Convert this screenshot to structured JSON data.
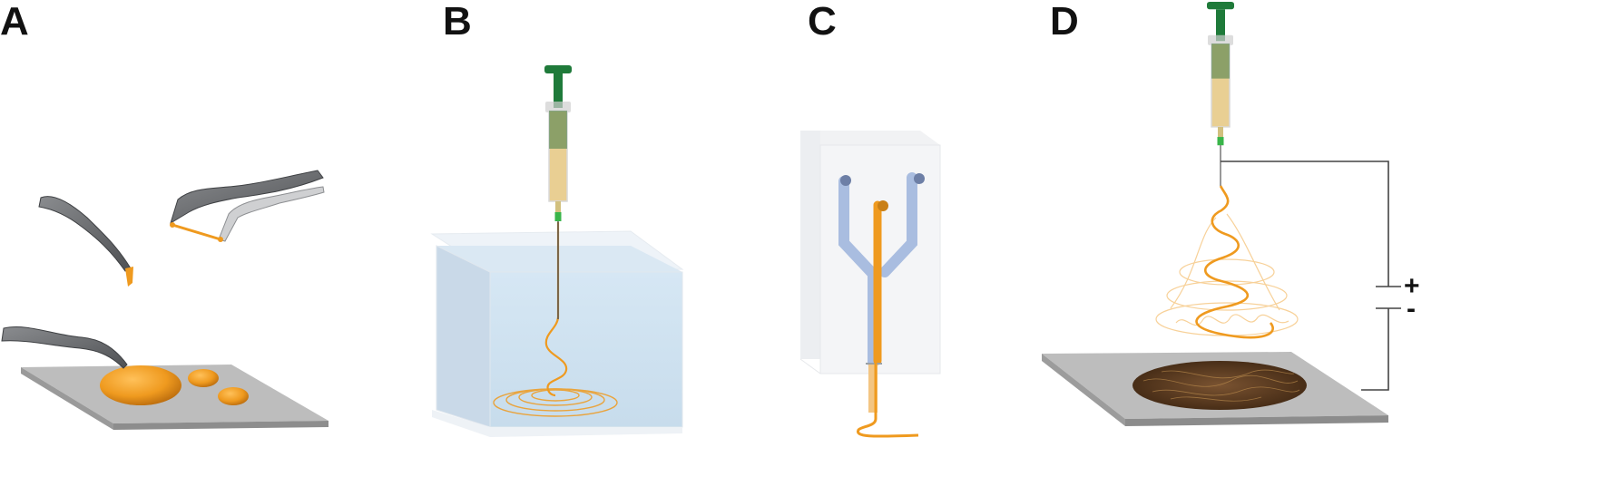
{
  "figure": {
    "panels": [
      {
        "label": "A"
      },
      {
        "label": "B"
      },
      {
        "label": "C"
      },
      {
        "label": "D"
      }
    ],
    "power_supply": {
      "positive": "+",
      "negative": "-"
    }
  },
  "colors": {
    "fiber_orange": "#ef9a1f",
    "syringe_green": "#1f7a3a",
    "syringe_barrel": "#e9cf93",
    "tweezers_gray": "#6f7174",
    "substrate_gray": "#bdbdbd",
    "water_blue": "#cfe2f0",
    "channel_blue": "#a9bde0",
    "fiber_mat_brown": "#6b4628"
  },
  "icons": [
    "tweezers-icon",
    "syringe-icon",
    "water-tank-icon",
    "microfluidic-chip-icon",
    "collector-plate-icon",
    "power-supply-icon"
  ]
}
